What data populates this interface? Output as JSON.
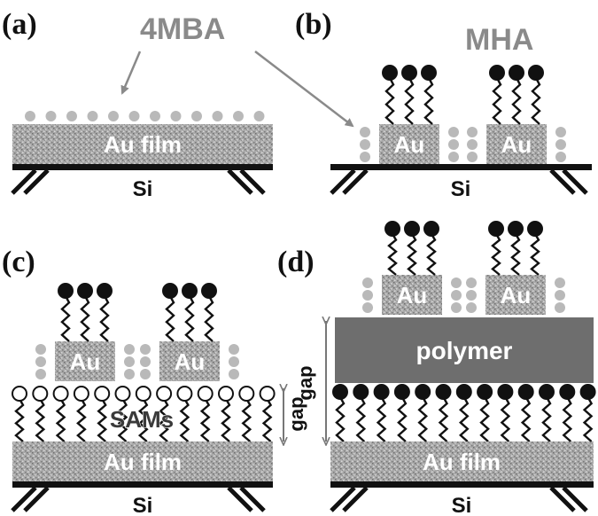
{
  "panels": {
    "a": {
      "label": "(a)"
    },
    "b": {
      "label": "(b)"
    },
    "c": {
      "label": "(c)"
    },
    "d": {
      "label": "(d)"
    }
  },
  "labels": {
    "mba": "4MBA",
    "mha": "MHA",
    "au_film": "Au film",
    "au": "Au",
    "si": "Si",
    "sams": "SAMs",
    "polymer": "polymer",
    "gap": "gap"
  },
  "colors": {
    "mba_dot": "#b9b9b9",
    "polymer": "#6e6e6e",
    "substrate": "#111111",
    "arrow": "#8a8a8a"
  }
}
